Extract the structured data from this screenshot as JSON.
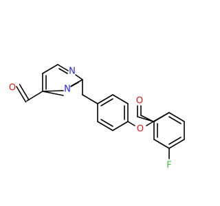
{
  "molecule": {
    "atoms": {
      "n_top": {
        "label": "N",
        "color": "#2222ee"
      },
      "n_bottom": {
        "label": "N",
        "color": "#2222ee"
      },
      "o_aldehyde": {
        "label": "O",
        "color": "#ee1111"
      },
      "o_ester": {
        "label": "O",
        "color": "#ee1111"
      },
      "o_carbonyl": {
        "label": "O",
        "color": "#ee1111"
      },
      "f": {
        "label": "F",
        "color": "#44bb44"
      }
    }
  }
}
